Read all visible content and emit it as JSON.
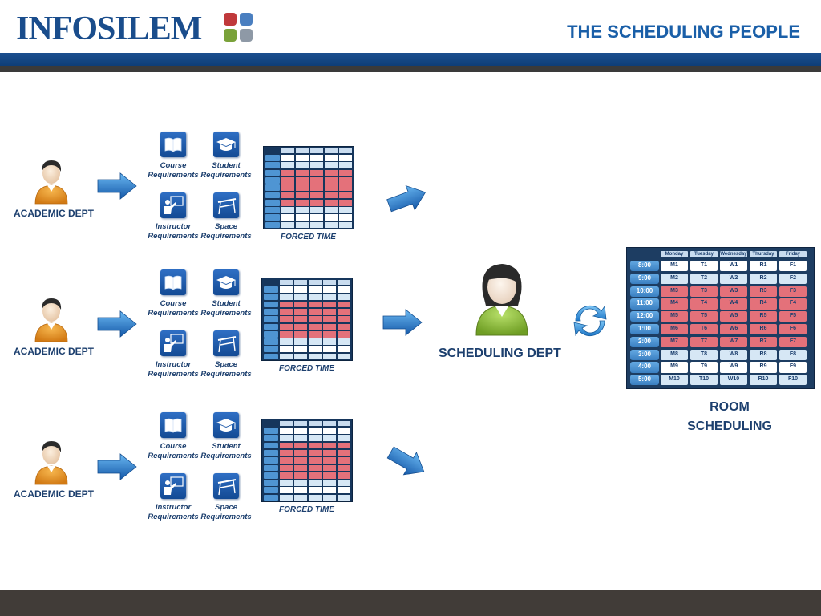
{
  "header": {
    "logo": "INFOSILEM",
    "tagline": "THE SCHEDULING PEOPLE",
    "logo_colors": [
      "#c0393b",
      "#4a7fc0",
      "#7aa23a",
      "#8e99a6"
    ]
  },
  "rows": [
    {
      "dept": "ACADEMIC DEPT",
      "requirements": [
        {
          "icon": "book-icon",
          "label": "Course Requirements"
        },
        {
          "icon": "graduation-cap-icon",
          "label": "Student Requirements"
        },
        {
          "icon": "instructor-icon",
          "label": "Instructor Requirements"
        },
        {
          "icon": "desk-icon",
          "label": "Space Requirements"
        }
      ],
      "forced_time": "FORCED TIME"
    },
    {
      "dept": "ACADEMIC DEPT",
      "requirements": [
        {
          "icon": "book-icon",
          "label": "Course Requirements"
        },
        {
          "icon": "graduation-cap-icon",
          "label": "Student Requirements"
        },
        {
          "icon": "instructor-icon",
          "label": "Instructor Requirements"
        },
        {
          "icon": "desk-icon",
          "label": "Space Requirements"
        }
      ],
      "forced_time": "FORCED TIME"
    },
    {
      "dept": "ACADEMIC DEPT",
      "requirements": [
        {
          "icon": "book-icon",
          "label": "Course Requirements"
        },
        {
          "icon": "graduation-cap-icon",
          "label": "Student Requirements"
        },
        {
          "icon": "instructor-icon",
          "label": "Instructor Requirements"
        },
        {
          "icon": "desk-icon",
          "label": "Space Requirements"
        }
      ],
      "forced_time": "FORCED TIME"
    }
  ],
  "scheduling_dept": "SCHEDULING DEPT",
  "room_scheduling": "ROOM SCHEDULING",
  "schedule": {
    "days": [
      "Monday",
      "Tuesday",
      "Wednesday",
      "Thursday",
      "Friday"
    ],
    "times": [
      "8:00",
      "9:00",
      "10:00",
      "11:00",
      "12:00",
      "1:00",
      "2:00",
      "3:00",
      "4:00",
      "5:00"
    ],
    "cells": [
      [
        "M1",
        "T1",
        "W1",
        "R1",
        "F1"
      ],
      [
        "M2",
        "T2",
        "W2",
        "R2",
        "F2"
      ],
      [
        "M3",
        "T3",
        "W3",
        "R3",
        "F3"
      ],
      [
        "M4",
        "T4",
        "W4",
        "R4",
        "F4"
      ],
      [
        "M5",
        "T5",
        "W5",
        "R5",
        "F5"
      ],
      [
        "M6",
        "T6",
        "W6",
        "R6",
        "F6"
      ],
      [
        "M7",
        "T7",
        "W7",
        "R7",
        "F7"
      ],
      [
        "M8",
        "T8",
        "W8",
        "R8",
        "F8"
      ],
      [
        "M9",
        "T9",
        "W9",
        "R9",
        "F9"
      ],
      [
        "M10",
        "T10",
        "W10",
        "R10",
        "F10"
      ]
    ],
    "forced_rows": [
      2,
      3,
      4,
      5,
      6
    ],
    "forced_color": "#e4717a",
    "normal_color": "#ffffff",
    "alt_color": "#d6e7f5"
  },
  "colors": {
    "label_text": "#1c3f6e",
    "arrow_blue": "#1f73c6",
    "person_orange": "#e8962a",
    "person_green": "#8cbe3c"
  }
}
